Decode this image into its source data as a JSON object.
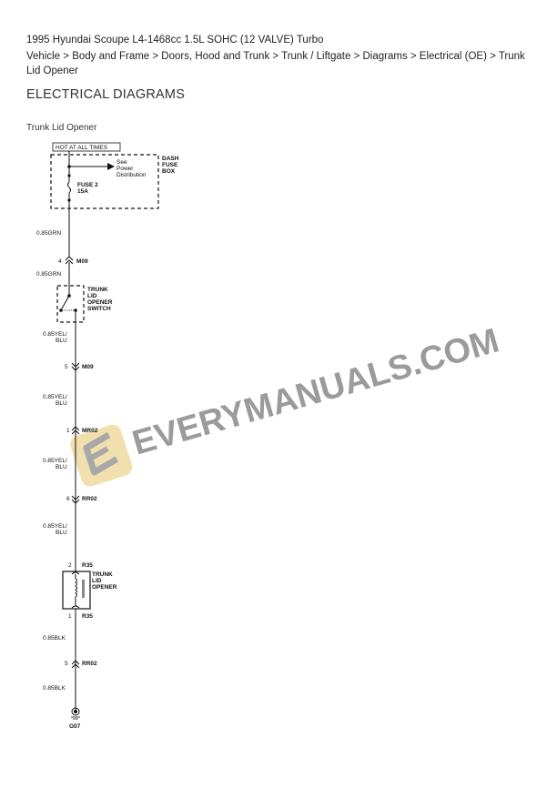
{
  "header": {
    "title": "1995 Hyundai Scoupe L4-1468cc 1.5L SOHC (12 VALVE) Turbo",
    "breadcrumb": "Vehicle > Body and Frame > Doors, Hood and Trunk > Trunk / Liftgate > Diagrams > Electrical (OE) > Trunk Lid Opener"
  },
  "section_title": "ELECTRICAL DIAGRAMS",
  "diagram": {
    "label": "Trunk Lid Opener",
    "hot_label": "HOT AT ALL TIMES",
    "fuse_box": [
      "DASH",
      "FUSE",
      "BOX"
    ],
    "see_power": [
      "See",
      "Power",
      "Distribution"
    ],
    "fuse": [
      "FUSE 2",
      "15A"
    ],
    "wires": {
      "w1": "0.85GRN",
      "w2": "0.85GRN",
      "w3": [
        "0.85YEL/",
        "BLU"
      ],
      "w4": [
        "0.85YEL/",
        "BLU"
      ],
      "w5": [
        "0.85YEL/",
        "BLU"
      ],
      "w6": [
        "0.85YEL/",
        "BLU"
      ],
      "w7": "0.85BLK",
      "w8": "0.85BLK"
    },
    "connectors": {
      "c1": {
        "pin": "4",
        "name": "M09"
      },
      "c2": {
        "pin": "5",
        "name": "M09"
      },
      "c3": {
        "pin": "1",
        "name": "MR02"
      },
      "c4": {
        "pin": "6",
        "name": "RR02"
      },
      "c5": {
        "pin": "2",
        "name": "R35"
      },
      "c6": {
        "pin": "1",
        "name": "R35"
      },
      "c7": {
        "pin": "5",
        "name": "RR02"
      }
    },
    "switch": [
      "TRUNK",
      "LID",
      "OPENER",
      "SWITCH"
    ],
    "opener": [
      "TRUNK",
      "LID",
      "OPENER"
    ],
    "ground": "G07"
  },
  "watermark": {
    "text": "EVERYMANUALS.COM",
    "logo_letter": "E",
    "logo_color": "#f0d9a0"
  }
}
